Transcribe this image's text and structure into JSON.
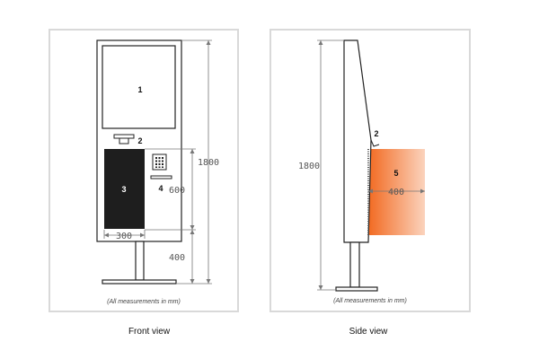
{
  "front_view": {
    "caption": "Front view",
    "note": "(All measurements in mm)",
    "parts": {
      "p1": "1",
      "p2": "2",
      "p3": "3",
      "p4": "4"
    },
    "dimensions": {
      "height": "1800",
      "section": "600",
      "base": "400",
      "width": "300"
    }
  },
  "side_view": {
    "caption": "Side view",
    "note": "(All measurements in mm)",
    "parts": {
      "p2": "2",
      "p5": "5"
    },
    "dimensions": {
      "height": "1800",
      "depth": "400"
    }
  },
  "colors": {
    "outline": "#222222",
    "dimension_line": "#777777",
    "dark_panel": "#1e1e1e",
    "orange": "#f26a21",
    "orange_fade": "#fbd3bd",
    "panel_border": "#d9d9d9"
  }
}
